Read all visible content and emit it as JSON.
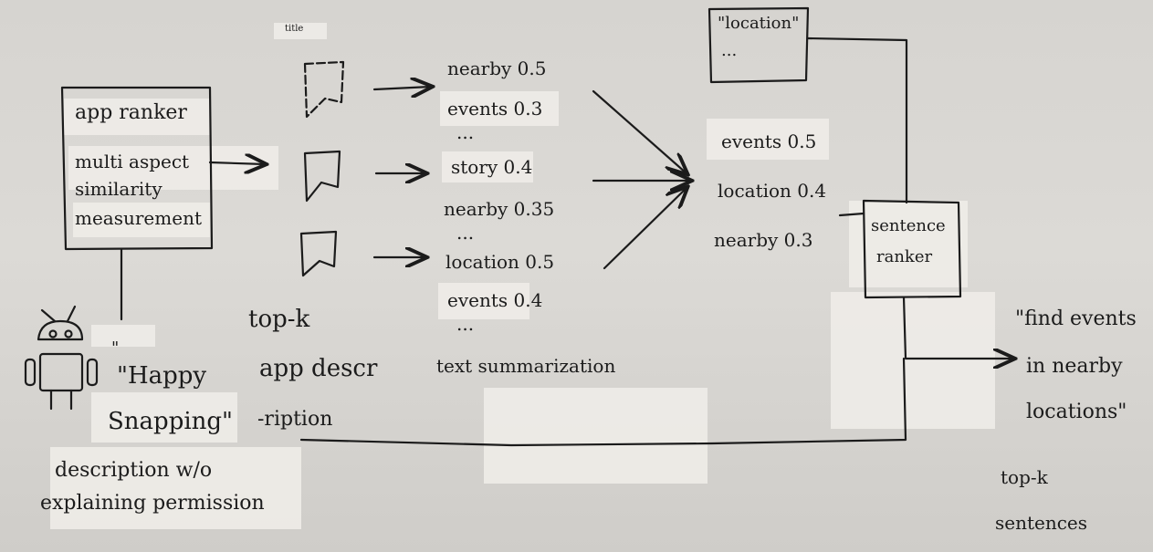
{
  "app_ranker": {
    "title": "app ranker",
    "lines": [
      "multi aspect",
      "similarity",
      "measurement"
    ]
  },
  "app": {
    "name_label": "\"Happy",
    "name_label2": "Snapping\"",
    "quote_mark": "\"",
    "note_line1": "description w/o",
    "note_line2": "explaining permission"
  },
  "top_k_label": {
    "line1": "top-k",
    "line2": "app descr",
    "line3": "-ription"
  },
  "summaries": {
    "group1": [
      {
        "text": "nearby 0.5"
      },
      {
        "text": "events 0.3"
      },
      {
        "text": "..."
      }
    ],
    "group2": [
      {
        "text": "story 0.4"
      },
      {
        "text": "nearby 0.35"
      },
      {
        "text": "..."
      }
    ],
    "group3": [
      {
        "text": "location 0.5"
      },
      {
        "text": "events 0.4"
      },
      {
        "text": "..."
      }
    ],
    "caption": "text summarization"
  },
  "location_box": {
    "title": "\"location\"",
    "more": "..."
  },
  "merged": [
    {
      "text": "events 0.5"
    },
    {
      "text": "location 0.4"
    },
    {
      "text": "nearby 0.3"
    }
  ],
  "sentence_ranker": {
    "line1": "sentence",
    "line2": "ranker"
  },
  "output": {
    "line1": "\"find events",
    "line2": "in nearby",
    "line3": "locations\""
  },
  "top_k_sentences": {
    "line1": "top-k",
    "line2": "sentences"
  },
  "tiny_label": "title"
}
